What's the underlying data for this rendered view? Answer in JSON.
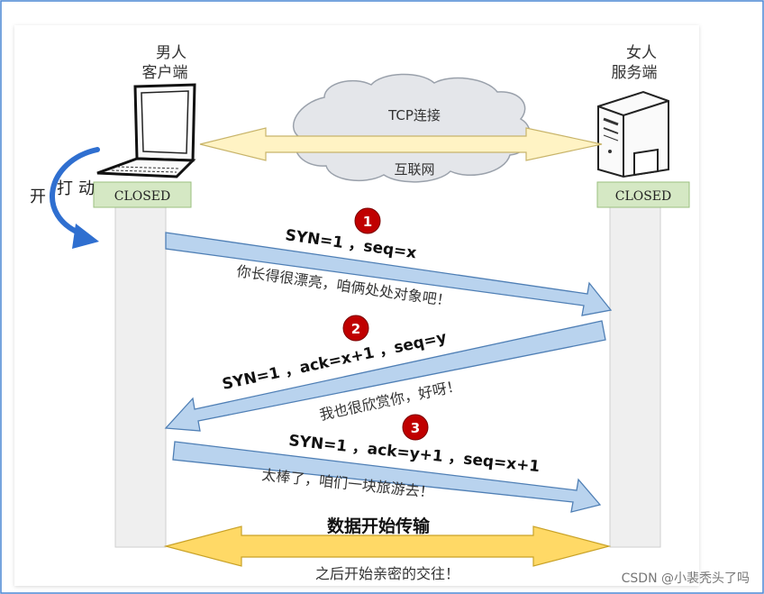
{
  "client": {
    "line1": "男人",
    "line2": "客户端",
    "state": "CLOSED",
    "action_chars": [
      "动",
      "打",
      "开"
    ]
  },
  "server": {
    "line1": "女人",
    "line2": "服务端",
    "state": "CLOSED"
  },
  "cloud": {
    "top": "TCP连接",
    "bottom": "互联网"
  },
  "steps": [
    {
      "num": "1",
      "msg": "SYN=1 ，seq=x",
      "note": "你长得很漂亮，咱俩处处对象吧！"
    },
    {
      "num": "2",
      "msg": "SYN=1 ，ack=x+1 ，seq=y",
      "note": "我也很欣赏你，好呀！"
    },
    {
      "num": "3",
      "msg": "SYN=1 ，ack=y+1 ，seq=x+1",
      "note": "太棒了，咱们一块旅游去！"
    }
  ],
  "transfer": {
    "title": "数据开始传输",
    "note": "之后开始亲密的交往！"
  },
  "watermark": "CSDN @小裴秃头了吗",
  "colors": {
    "blue_arrow": "#b9d3ee",
    "blue_stroke": "#4f7fb5",
    "yellow_arrow": "#ffd966",
    "state_green": "#d5e8c4",
    "badge_red": "#c00000"
  }
}
